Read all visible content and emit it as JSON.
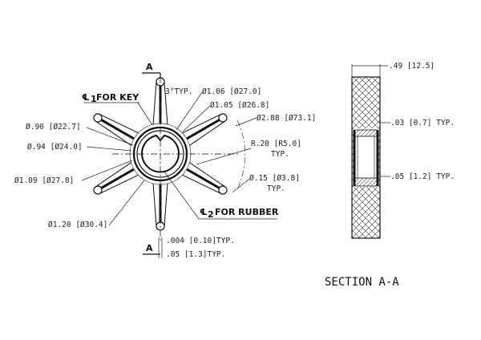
{
  "drawing": {
    "section_label": "A",
    "section_title": "SECTION A-A",
    "centerline_key": "FOR KEY",
    "centerline_key_sub": "1",
    "centerline_rubber": "FOR RUBBER",
    "centerline_rubber_sub": "2",
    "centerline_symbol": "℄",
    "front_view_dims": [
      "3°TYP.",
      "Ø1.06 [Ø27.0]",
      "Ø1.05 [Ø26.8]",
      "Ø2.88 [Ø73.1]",
      "Ø.90 [Ø22.7]",
      "Ø.94 [Ø24.0]",
      "R.20 [R5.0]",
      "TYP.",
      "Ø1.09 [Ø27.8]",
      "Ø.15 [Ø3.8]",
      "TYP.",
      "Ø1.20 [Ø30.4]",
      ".004 [0.10]TYP.",
      ".05 [1.3]TYP."
    ],
    "section_view_dims": [
      ".49 [12.5]",
      ".03 [0.7] TYP.",
      ".05 [1.2] TYP."
    ]
  }
}
